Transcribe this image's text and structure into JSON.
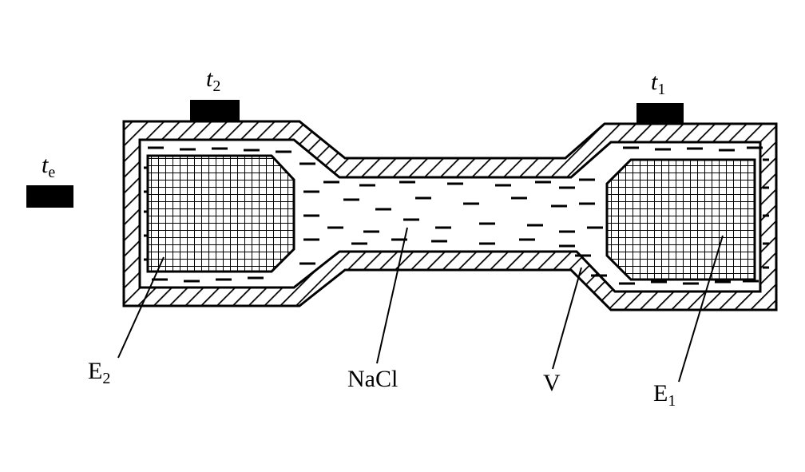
{
  "labels": {
    "t2": {
      "main": "t",
      "sub": "2"
    },
    "t1": {
      "main": "t",
      "sub": "1"
    },
    "te": {
      "main": "t",
      "sub": "e"
    },
    "e2": {
      "main": "E",
      "sub": "2"
    },
    "e1": {
      "main": "E",
      "sub": "1"
    },
    "nacl": "NaCl",
    "v": "V"
  },
  "colors": {
    "ink": "#000000",
    "background": "#ffffff"
  }
}
